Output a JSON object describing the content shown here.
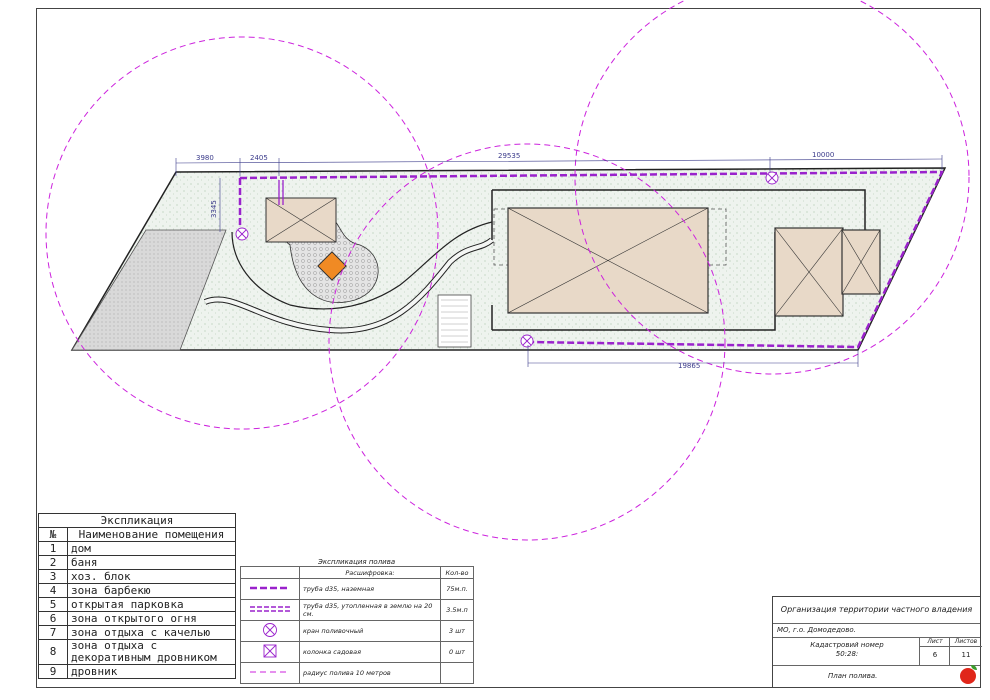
{
  "dimensions": [
    "3980",
    "2405",
    "29535",
    "10000",
    "3345",
    "19865"
  ],
  "explication": {
    "title": "Экспликация",
    "num_header": "№",
    "name_header": "Наименование помещения",
    "rows": [
      {
        "num": "1",
        "name": "дом"
      },
      {
        "num": "2",
        "name": "баня"
      },
      {
        "num": "3",
        "name": "хоз. блок"
      },
      {
        "num": "4",
        "name": "зона барбекю"
      },
      {
        "num": "5",
        "name": "открытая парковка"
      },
      {
        "num": "6",
        "name": "зона открытого огня"
      },
      {
        "num": "7",
        "name": "зона отдыха с качелью"
      },
      {
        "num": "8",
        "name": "зона отдыха с декоративным дровником"
      },
      {
        "num": "9",
        "name": "дровник"
      }
    ]
  },
  "irrigation": {
    "title": "Экспликация полива",
    "header_desc": "Расшифровка:",
    "header_qty": "Кол-во",
    "rows": [
      {
        "symbol": "pipe-surface",
        "desc": "труба d35, наземная",
        "qty": "75м.п."
      },
      {
        "symbol": "pipe-buried",
        "desc": "труба d35, утопленная в землю на 20 см.",
        "qty": "3.5м.п"
      },
      {
        "symbol": "valve",
        "desc": "кран поливочный",
        "qty": "3 шт"
      },
      {
        "symbol": "garden-column",
        "desc": "колонка садовая",
        "qty": "0 шт"
      },
      {
        "symbol": "radius",
        "desc": "радиус полива 10 метров",
        "qty": ""
      }
    ]
  },
  "title_block": {
    "organization": "Организация территории частного владения",
    "location": "МО, г.о. Домодедово.",
    "cadastral_label": "Кадастровий номер",
    "cadastral_value": "50:28:",
    "sheet_label": "Лист",
    "sheet_value": "6",
    "sheets_label": "Листов",
    "sheets_value": "11",
    "plan_name": "План полива."
  },
  "colors": {
    "irrigation": "#cc22dd",
    "building_fill": "#e8d9c8",
    "bbq_fill": "#f08a24",
    "paving": "#d6d6d6",
    "lawn": "#eef3ee"
  }
}
